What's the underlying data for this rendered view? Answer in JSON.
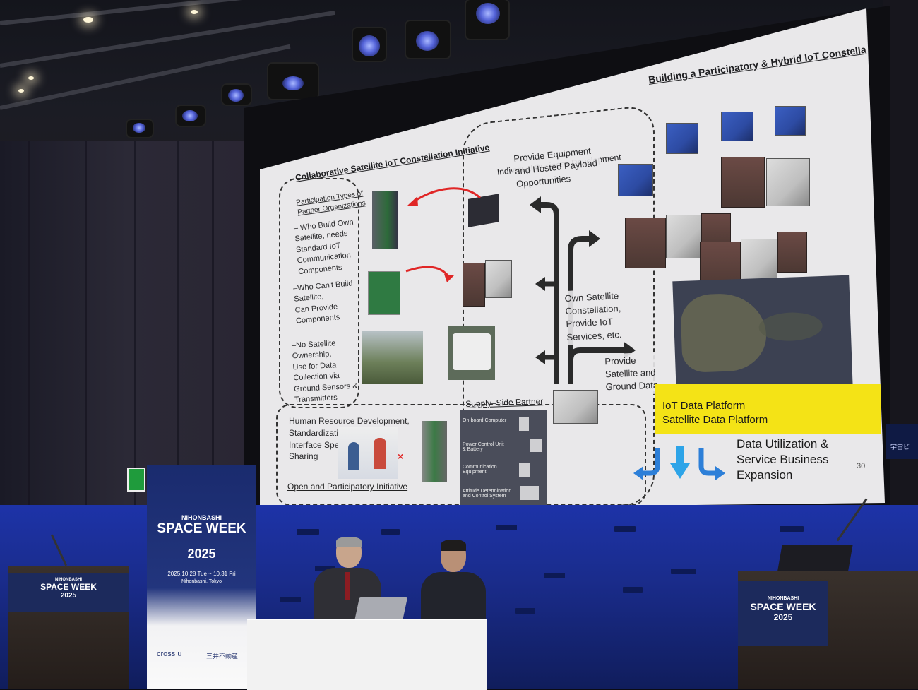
{
  "slide": {
    "title_right": "Building a Participatory & Hybrid IoT Constella",
    "title_left": "Collaborative Satellite IoT Constellation Initiative",
    "participation_types": {
      "heading_1": "Participation Types of",
      "heading_2": "Partner Organizations",
      "item_1": [
        "– Who Build Own",
        "Satellite, needs",
        "Standard IoT",
        "Communication",
        "Components"
      ],
      "item_2": [
        "–Who Can't Build",
        "Satellite,",
        "Can Provide",
        "Components"
      ],
      "item_3": [
        "–No Satellite",
        "Ownership,",
        "Use for Data",
        "Collection via",
        "Ground Sensors &",
        "Transmitters"
      ]
    },
    "individual_dev": "Individual Business Development",
    "provide_equipment": [
      "Provide Equipment",
      "and Hosted Payload",
      "Opportunities"
    ],
    "own_satellite": [
      "Own Satellite",
      "Constellation,",
      "Provide IoT",
      "Services, etc."
    ],
    "provide_satellite": [
      "Provide",
      "Satellite and",
      "Ground Data"
    ],
    "supply_side": "Supply–Side Partner",
    "supply_items": [
      "On-board Computer",
      "Power Control Unit & Battery",
      "Communication Equipment",
      "Attitude Determination and Control System"
    ],
    "hr_box": [
      "Human Resource Development,",
      "Standardization &",
      "Interface Spec.",
      "Sharing"
    ],
    "open_initiative": "Open and Participatory Initiative",
    "cross_mark": "×",
    "iot_platform": "IoT Data Platform",
    "sat_platform": "Satellite Data Platform",
    "data_util": [
      "Data Utilization &",
      "Service Business",
      "Expansion"
    ],
    "page_number": "30"
  },
  "event": {
    "brand_small": "NIHONBASHI",
    "brand_big": "SPACE WEEK",
    "year": "2025",
    "dates": "2025.10.28 Tue ~ 10.31 Fri",
    "location": "Nihonbashi, Tokyo",
    "sponsor_1": "cross u",
    "sponsor_2": "三井不動産",
    "right_sign": "宇宙ビ"
  },
  "colors": {
    "stage_blue": "#1d33a8",
    "highlight_yellow": "#f4e316",
    "arrow_red": "#e02626",
    "arrow_blue": "#2d7fd8"
  }
}
